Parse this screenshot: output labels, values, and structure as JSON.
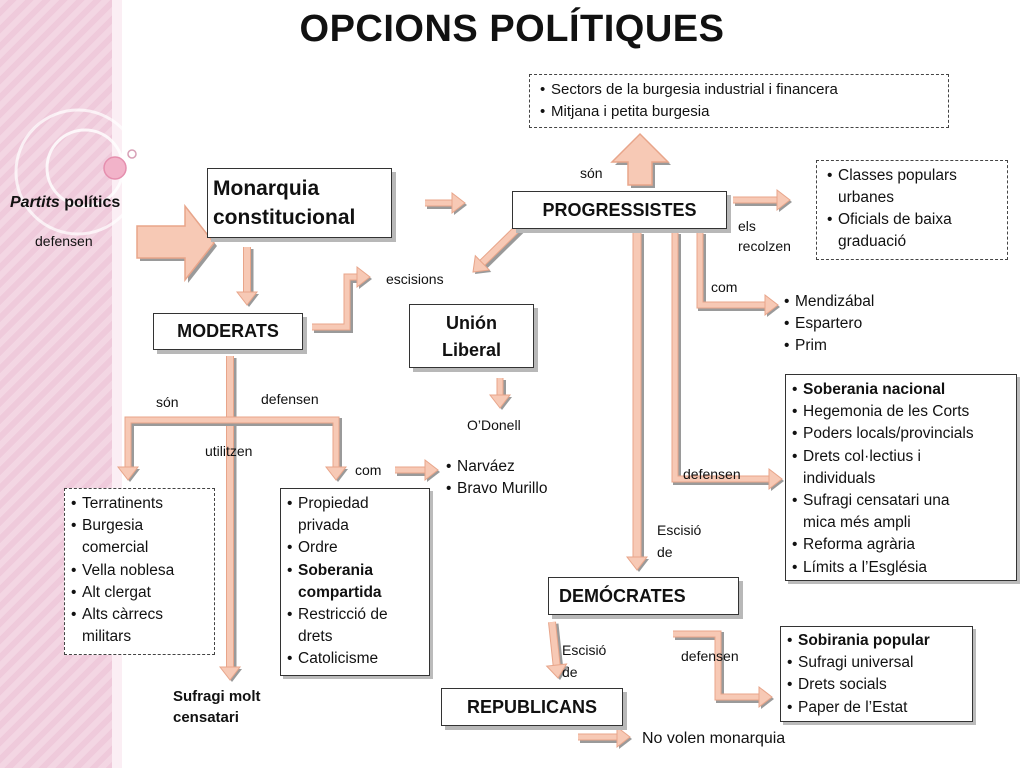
{
  "title": "OPCIONS POLÍTIQUES",
  "nodes": {
    "partits_italic": "Partits",
    "partits_rest": " polítics",
    "monarquia": [
      "Monarquia",
      "constitucional"
    ],
    "progressistes": "PROGRESSISTES",
    "moderats": "MODERATS",
    "union_liberal": [
      "Unión",
      "Liberal"
    ],
    "democrates": "DEMÓCRATES",
    "republicans": "REPUBLICANS",
    "odonnell": "O’Donell",
    "sufragi_molt": [
      "Sufragi molt",
      "censatari"
    ],
    "no_volen": "No volen monarquia"
  },
  "labels": {
    "defensen_left": "defensen",
    "son_top": "són",
    "els_recolzen": [
      "els",
      "recolzen"
    ],
    "escisions": "escisions",
    "com_prog": "com",
    "son_mod": "són",
    "defensen_mod": "defensen",
    "utilitzen": "utilitzen",
    "com_mod": "com",
    "defensen_prog": "defensen",
    "escisio_1": [
      "Escisió",
      "de"
    ],
    "escisio_2": [
      "Escisió",
      "de"
    ],
    "defensen_dem": "defensen"
  },
  "lists": {
    "burgesia": [
      "Sectors de la burgesia industrial  i financera",
      "Mitjana i petita burgesia"
    ],
    "classes": [
      [
        "Classes populars",
        "urbanes"
      ],
      [
        "Oficials de baixa",
        "graduació"
      ]
    ],
    "prog_leaders": [
      "Mendizábal",
      "Espartero",
      "Prim"
    ],
    "prog_ideas": [
      {
        "t": [
          "Soberania nacional"
        ],
        "b": true
      },
      {
        "t": [
          "Hegemonia de les Corts"
        ],
        "b": false
      },
      {
        "t": [
          "Poders locals/provincials"
        ],
        "b": false
      },
      {
        "t": [
          "Drets col·lectius i",
          "individuals"
        ],
        "b": false
      },
      {
        "t": [
          "Sufragi censatari una",
          "mica més ampli"
        ],
        "b": false
      },
      {
        "t": [
          "Reforma agrària"
        ],
        "b": false
      },
      {
        "t": [
          "Límits a l’Església"
        ],
        "b": false
      }
    ],
    "mod_social": [
      [
        "Terratinents"
      ],
      [
        "Burgesia",
        "comercial"
      ],
      [
        "Vella noblesa"
      ],
      [
        "Alt clergat"
      ],
      [
        "Alts càrrecs",
        "militars"
      ]
    ],
    "mod_ideas": [
      {
        "t": [
          "Propiedad",
          "privada"
        ],
        "b": false
      },
      {
        "t": [
          "Ordre"
        ],
        "b": false
      },
      {
        "t": [
          "Soberania",
          "compartida"
        ],
        "b": true
      },
      {
        "t": [
          "Restricció de",
          "drets"
        ],
        "b": false
      },
      {
        "t": [
          "Catolicisme"
        ],
        "b": false
      }
    ],
    "mod_leaders": [
      "Narváez",
      "Bravo Murillo"
    ],
    "dem_ideas": [
      {
        "t": [
          "Sobirania popular"
        ],
        "b": true
      },
      {
        "t": [
          "Sufragi universal"
        ],
        "b": false
      },
      {
        "t": [
          "Drets socials"
        ],
        "b": false
      },
      {
        "t": [
          "Paper de l’Estat"
        ],
        "b": false
      }
    ]
  },
  "colors": {
    "arrow_fill": "#f7c9b5",
    "arrow_stroke": "#e8a58a",
    "arrow_shadow": "#9a9a9a",
    "strip": "#f3d6e3"
  }
}
